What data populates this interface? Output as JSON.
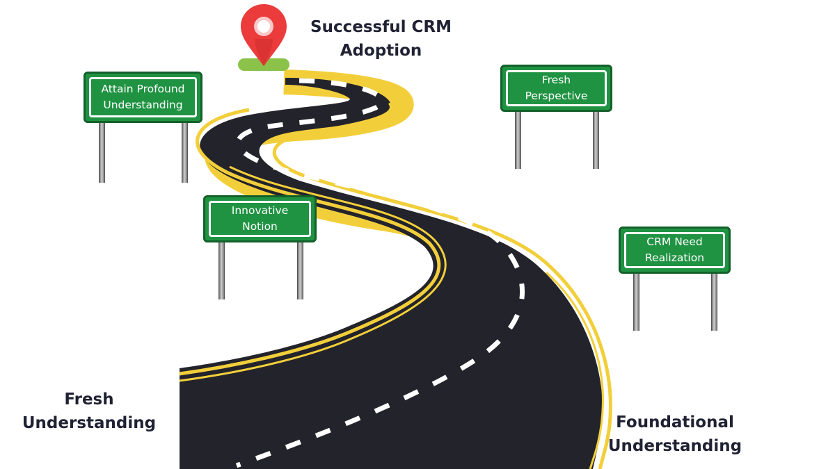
{
  "destination": {
    "line1": "Successful CRM",
    "line2": "Adoption"
  },
  "signs": [
    {
      "line1": "Attain Profound",
      "line2": "Understanding"
    },
    {
      "line1": "Fresh",
      "line2": "Perspective"
    },
    {
      "line1": "Innovative",
      "line2": "Notion"
    },
    {
      "line1": "CRM Need",
      "line2": "Realization"
    }
  ],
  "start_labels": {
    "left": {
      "line1": "Fresh",
      "line2": "Understanding"
    },
    "right": {
      "line1": "Foundational",
      "line2": "Understanding"
    }
  },
  "colors": {
    "road": "#23232b",
    "road_edge": "#f2cf3a",
    "lane_marking": "#ffffff",
    "sign_green": "#209343",
    "pin_red": "#ec3b3b",
    "pin_base": "#8ac24a",
    "text": "#1f2233"
  }
}
